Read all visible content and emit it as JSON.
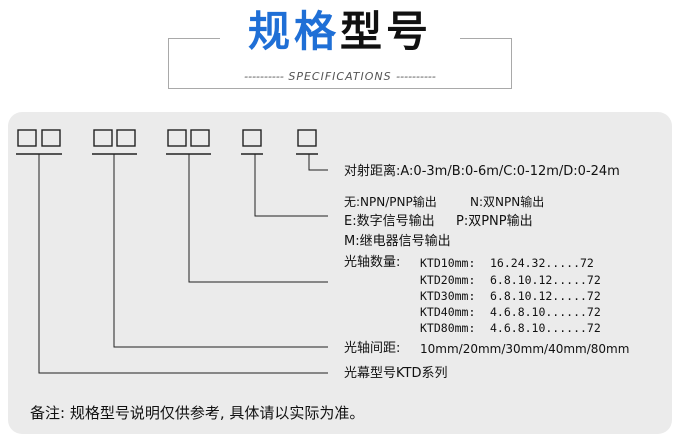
{
  "header": {
    "title_part1": "规格",
    "title_part2": "型号",
    "subtitle": "SPECIFICATIONS"
  },
  "items": {
    "distance": "对射距离:A:0-3m/B:0-6m/C:0-12m/D:0-24m",
    "output_line1_a": "无:NPN/PNP输出",
    "output_line1_b": "N:双NPN输出",
    "output_line2_a": "E:数字信号输出",
    "output_line2_b": "P:双PNP输出",
    "output_line3": "M:继电器信号输出",
    "axis_count_label": "光轴数量:",
    "axis_count_rows": [
      {
        "model": "KTD10mm:",
        "values": "16.24.32.....72"
      },
      {
        "model": "KTD20mm:",
        "values": "6.8.10.12.....72"
      },
      {
        "model": "KTD30mm:",
        "values": "6.8.10.12.....72"
      },
      {
        "model": "KTD40mm:",
        "values": "4.6.8.10......72"
      },
      {
        "model": "KTD80mm:",
        "values": "4.6.8.10......72"
      }
    ],
    "axis_spacing_label": "光轴间距:",
    "axis_spacing_value": "10mm/20mm/30mm/40mm/80mm",
    "series": "光幕型号KTD系列"
  },
  "note": "备注: 规格型号说明仅供参考, 具体请以实际为准。",
  "colors": {
    "accent": "#1f6fd6",
    "panel": "#ebebeb",
    "line": "#222222"
  }
}
